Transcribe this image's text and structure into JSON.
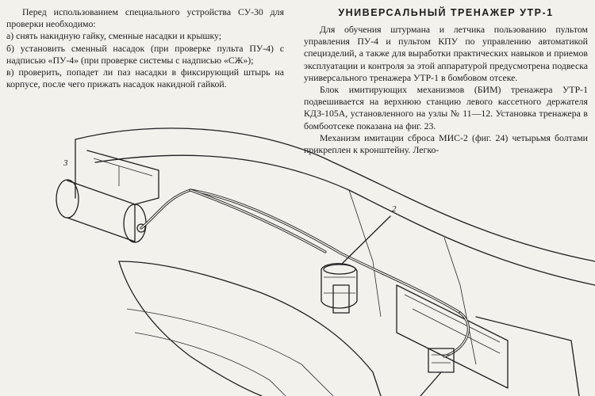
{
  "left_column": {
    "intro": "Перед использованием специального устройства СУ-30 для проверки необходимо:",
    "items": [
      "а) снять накидную гайку, сменные насадки и крышку;",
      "б) установить сменный насадок (при проверке пульта ПУ-4) с надписью «ПУ-4» (при проверке системы с надписью «СЖ»);",
      "в) проверить, попадет ли паз насадки в фиксирующий штырь на корпусе, после чего прижать насадок накидной гайкой."
    ]
  },
  "right_column": {
    "heading": "УНИВЕРСАЛЬНЫЙ ТРЕНАЖЕР УТР-1",
    "paragraphs": [
      "Для обучения штурмана и летчика пользованию пультом управления ПУ-4 и пультом КПУ по управлению автоматикой специзделий, а также для выработки практических навыков и приемов эксплуатации и контроля за этой аппаратурой предусмотрена подвеска универсального тренажера УТР-1 в бомбовом отсеке.",
      "Блок имитирующих механизмов (БИМ) тренажера УТР-1 подвешивается на верхнюю станцию левого кассетного держателя КДЗ-105А, установленного на узлы № 11—12. Установка тренажера в бомбоотсеке показана на фиг. 23.",
      "Механизм имитации сброса МИС-2 (фиг. 24) четырьмя болтами прикреплен к кронштейну. Легко-"
    ]
  },
  "figure": {
    "callouts": [
      "3",
      "2"
    ]
  }
}
